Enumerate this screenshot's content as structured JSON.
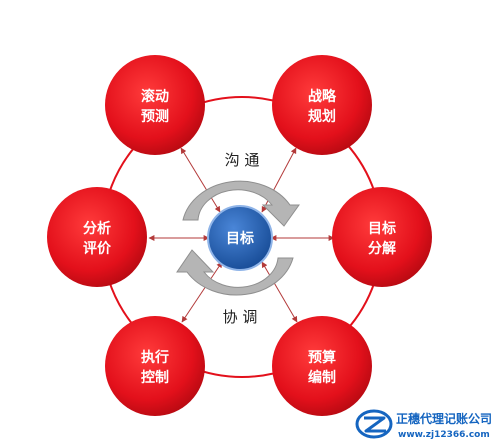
{
  "center": {
    "label": "目标"
  },
  "nodes": [
    {
      "id": "rolling-forecast",
      "lines": [
        "滚动",
        "预测"
      ]
    },
    {
      "id": "strategic-planning",
      "lines": [
        "战略",
        "规划"
      ]
    },
    {
      "id": "target-decomposition",
      "lines": [
        "目标",
        "分解"
      ]
    },
    {
      "id": "budget-preparation",
      "lines": [
        "预算",
        "编制"
      ]
    },
    {
      "id": "execution-control",
      "lines": [
        "执行",
        "控制"
      ]
    },
    {
      "id": "analysis-evaluation",
      "lines": [
        "分析",
        "评价"
      ]
    }
  ],
  "cycle_labels": {
    "top": "沟 通",
    "bottom": "协 调"
  },
  "watermark": {
    "title": "正穗代理记账公司",
    "url": "www.zj12366.com"
  },
  "colors": {
    "node_red": "#e3101b",
    "ring": "#e3101b",
    "center_blue": "#1f5fb8",
    "arrow_gray": "#a9a9a9",
    "connector": "#b33a3a",
    "watermark_blue": "#1565c0"
  }
}
